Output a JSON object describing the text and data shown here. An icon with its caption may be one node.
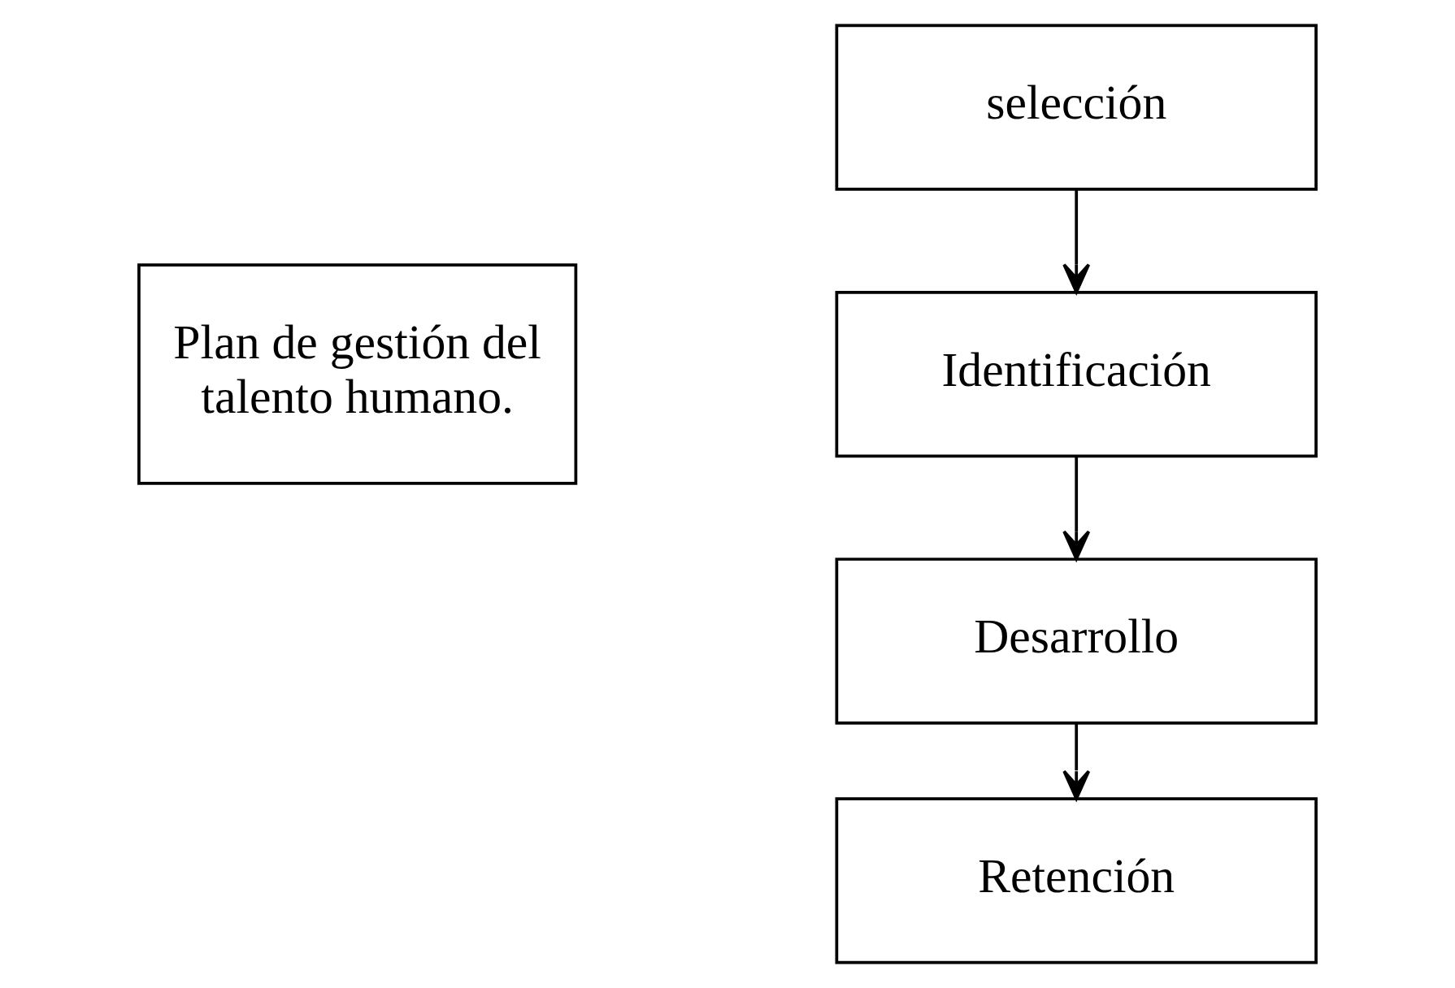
{
  "diagram": {
    "nodes": [
      {
        "text": [
          "Plan de gestión del talento humano."
        ]
      },
      {
        "text": [
          "selección"
        ]
      },
      {
        "text": [
          "Identificación"
        ]
      },
      {
        "text": [
          "Desarrollo"
        ]
      },
      {
        "text": [
          "Retención"
        ]
      }
    ],
    "edges": [
      {
        "from": 1,
        "to": 2,
        "arrow": "to"
      },
      {
        "from": 2,
        "to": 3,
        "arrow": "to"
      },
      {
        "from": 3,
        "to": 4,
        "arrow": "to"
      }
    ]
  }
}
